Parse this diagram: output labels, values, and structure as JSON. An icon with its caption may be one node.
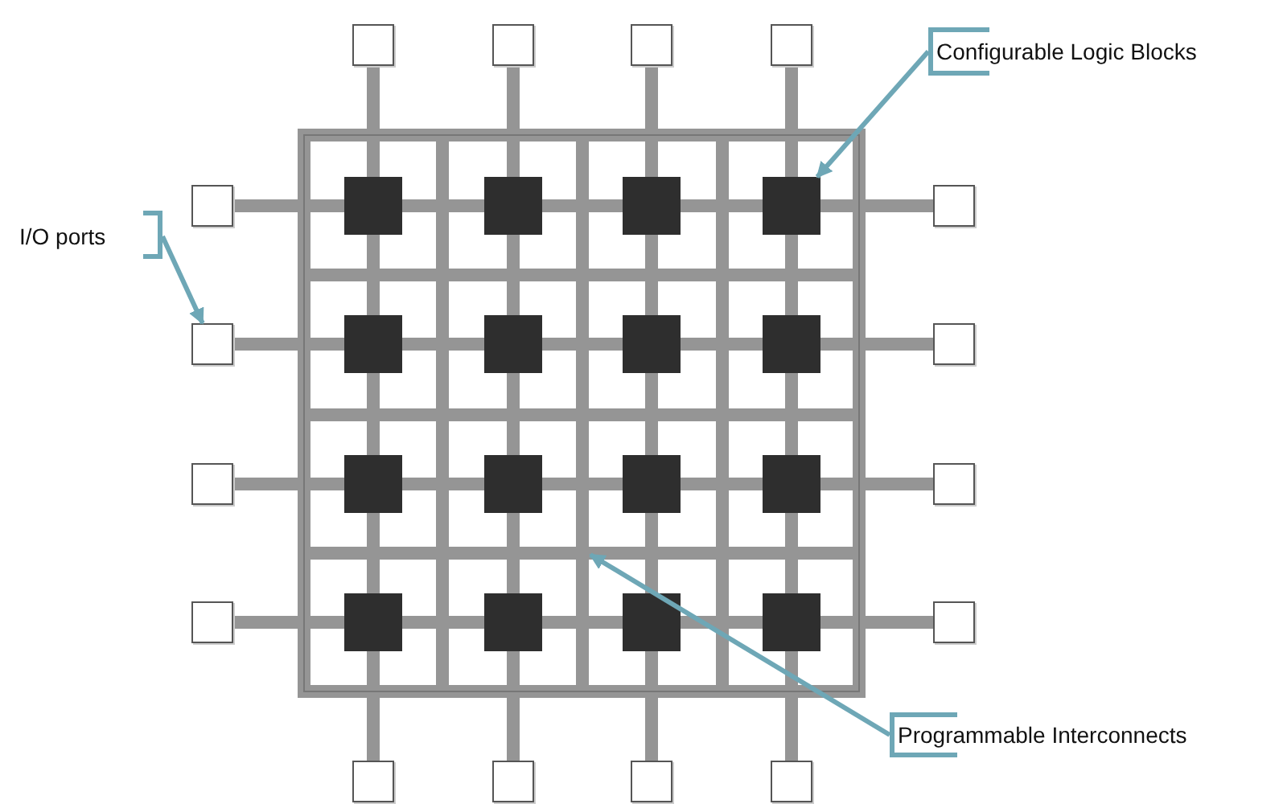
{
  "diagram": {
    "nodes": [
      {
        "text": [],
        "shape": "box"
      },
      {
        "text": [],
        "shape": "box"
      },
      {
        "text": [],
        "shape": "box"
      },
      {
        "text": [],
        "shape": "box"
      },
      {
        "text": [],
        "shape": "box"
      },
      {
        "text": [],
        "shape": "box"
      },
      {
        "text": [],
        "shape": "box"
      },
      {
        "text": [],
        "shape": "box"
      },
      {
        "text": [],
        "shape": "box"
      },
      {
        "text": [],
        "shape": "box"
      },
      {
        "text": [],
        "shape": "box"
      },
      {
        "text": [],
        "shape": "box"
      },
      {
        "text": [],
        "shape": "box"
      },
      {
        "text": [],
        "shape": "box"
      },
      {
        "text": [],
        "shape": "box"
      },
      {
        "text": [],
        "shape": "box"
      },
      {
        "text": [],
        "shape": "box"
      },
      {
        "text": [],
        "shape": "box"
      },
      {
        "text": [],
        "shape": "box"
      },
      {
        "text": [],
        "shape": "box"
      },
      {
        "text": [],
        "shape": "box"
      },
      {
        "text": [],
        "shape": "box"
      },
      {
        "text": [],
        "shape": "box"
      },
      {
        "text": [],
        "shape": "box"
      },
      {
        "text": [],
        "shape": "box"
      },
      {
        "text": [],
        "shape": "box"
      },
      {
        "text": [],
        "shape": "box"
      },
      {
        "text": [],
        "shape": "box"
      },
      {
        "text": [],
        "shape": "box"
      },
      {
        "text": [],
        "shape": "box"
      },
      {
        "text": [],
        "shape": "box"
      },
      {
        "text": [],
        "shape": "box"
      },
      {
        "text": [
          "Configurable Logic Blocks"
        ]
      },
      {
        "text": [
          "I/O ports"
        ]
      },
      {
        "text": [
          "Programmable Interconnects"
        ]
      }
    ],
    "edges": [
      {
        "from": 32,
        "to": 8,
        "arrow": "to"
      },
      {
        "from": 33,
        "to": 10,
        "arrow": "to"
      },
      {
        "from": 34,
        "to": null,
        "arrow": "to"
      }
    ]
  }
}
